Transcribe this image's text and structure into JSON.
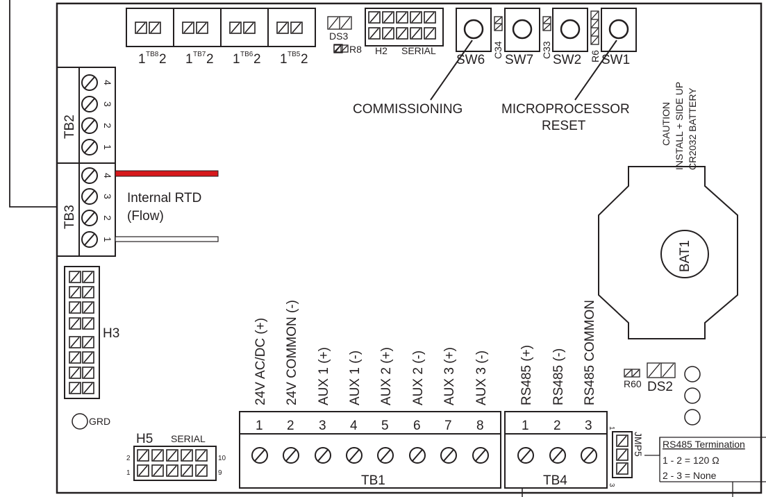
{
  "top_terminals": [
    {
      "left": "1",
      "mid": "TB8",
      "right": "2"
    },
    {
      "left": "1",
      "mid": "TB7",
      "right": "2"
    },
    {
      "left": "1",
      "mid": "TB6",
      "right": "2"
    },
    {
      "left": "1",
      "mid": "TB5",
      "right": "2"
    }
  ],
  "top_parts": {
    "ds3": "DS3",
    "r8": "R8",
    "h2": "H2",
    "serial": "SERIAL",
    "sw6": "SW6",
    "c34": "C34",
    "sw7": "SW7",
    "c33": "C33",
    "sw2": "SW2",
    "r6": "R6",
    "sw1": "SW1"
  },
  "callouts": {
    "commissioning": "COMMISSIONING",
    "reset_line1": "MICROPROCESSOR",
    "reset_line2": "RESET"
  },
  "battery": {
    "caution1": "CAUTION",
    "caution2": "INSTALL + SIDE UP",
    "caution3": "CR2032 BATTERY",
    "label": "BAT1"
  },
  "tb2": {
    "label": "TB2",
    "pins": [
      "4",
      "3",
      "2",
      "1"
    ]
  },
  "tb3": {
    "label": "TB3",
    "pins": [
      "4",
      "3",
      "2",
      "1"
    ],
    "rtd_line1": "Internal RTD",
    "rtd_line2": "(Flow)"
  },
  "h3": "H3",
  "grd": "GRD",
  "h5": {
    "label": "H5",
    "serial": "SERIAL",
    "p2": "2",
    "p1": "1",
    "p10": "10",
    "p9": "9"
  },
  "tb1": {
    "label": "TB1",
    "terminals": [
      {
        "num": "1",
        "name": "24V AC/DC (+)"
      },
      {
        "num": "2",
        "name": "24V COMMON (-)"
      },
      {
        "num": "3",
        "name": "AUX 1 (+)"
      },
      {
        "num": "4",
        "name": "AUX 1 (-)"
      },
      {
        "num": "5",
        "name": "AUX 2 (+)"
      },
      {
        "num": "6",
        "name": "AUX 2 (-)"
      },
      {
        "num": "7",
        "name": "AUX 3 (+)"
      },
      {
        "num": "8",
        "name": "AUX 3 (-)"
      }
    ]
  },
  "tb4": {
    "label": "TB4",
    "terminals": [
      {
        "num": "1",
        "name": "RS485 (+)"
      },
      {
        "num": "2",
        "name": "RS485 (-)"
      },
      {
        "num": "3",
        "name": "RS485 COMMON"
      }
    ]
  },
  "r60": "R60",
  "ds2": "DS2",
  "jmp5": {
    "label": "JMP5",
    "pin1": "1",
    "pin3": "3"
  },
  "termination": {
    "title": "RS485 Termination",
    "line1": "1 - 2 = 120 Ω",
    "line2": "2 - 3 = None"
  },
  "colors": {
    "line": "#231f20",
    "red_wire": "#d7191c",
    "background": "#ffffff"
  }
}
